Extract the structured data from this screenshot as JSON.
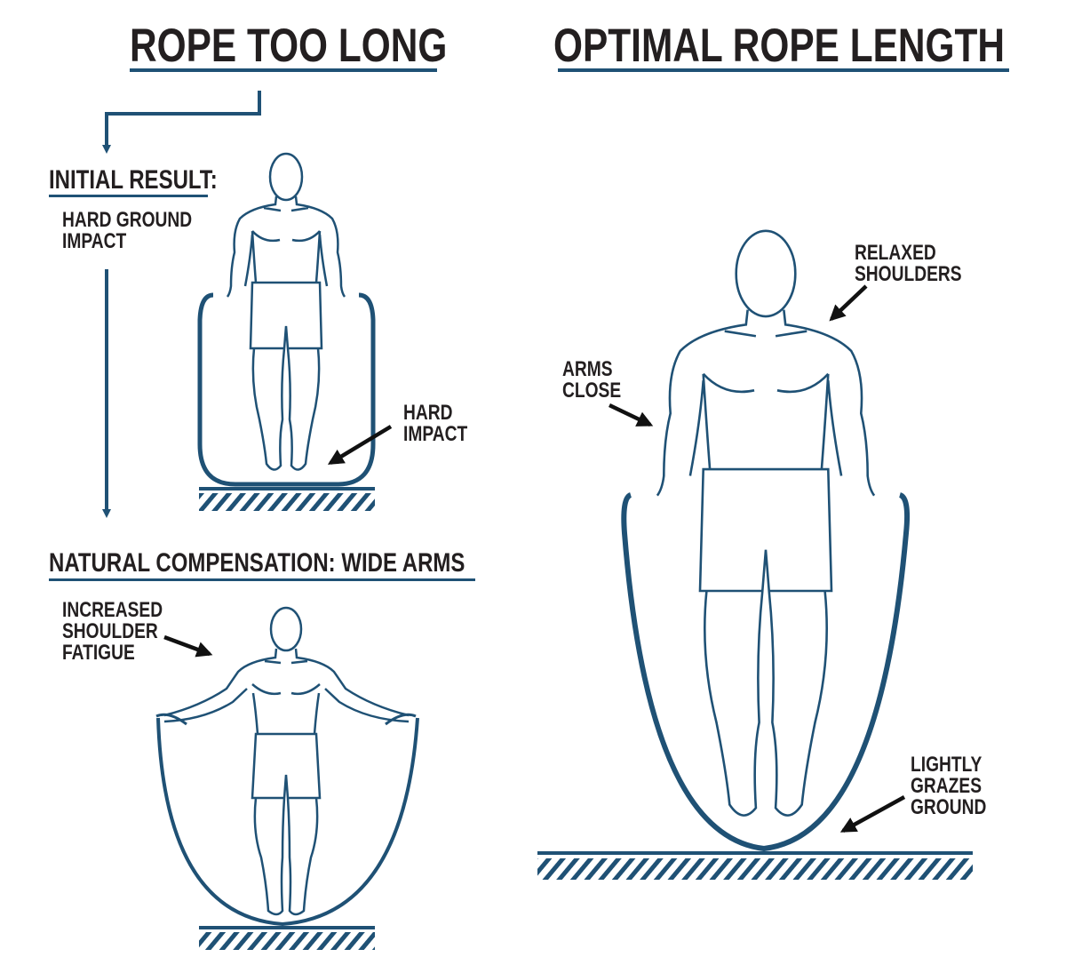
{
  "colors": {
    "accent": "#1f5175",
    "text": "#231f20"
  },
  "left_panel": {
    "title": "ROPE TOO LONG",
    "initial_result": {
      "heading": "INITIAL RESULT:",
      "lines": [
        "HARD GROUND",
        "IMPACT"
      ],
      "callout": [
        "HARD",
        "IMPACT"
      ]
    },
    "compensation": {
      "heading": "NATURAL COMPENSATION: WIDE ARMS",
      "callout": [
        "INCREASED",
        "SHOULDER",
        "FATIGUE"
      ]
    }
  },
  "right_panel": {
    "title": "OPTIMAL ROPE LENGTH",
    "callouts": {
      "shoulders": [
        "RELAXED",
        "SHOULDERS"
      ],
      "arms": [
        "ARMS",
        "CLOSE"
      ],
      "ground": [
        "LIGHTLY",
        "GRAZES",
        "GROUND"
      ]
    }
  }
}
